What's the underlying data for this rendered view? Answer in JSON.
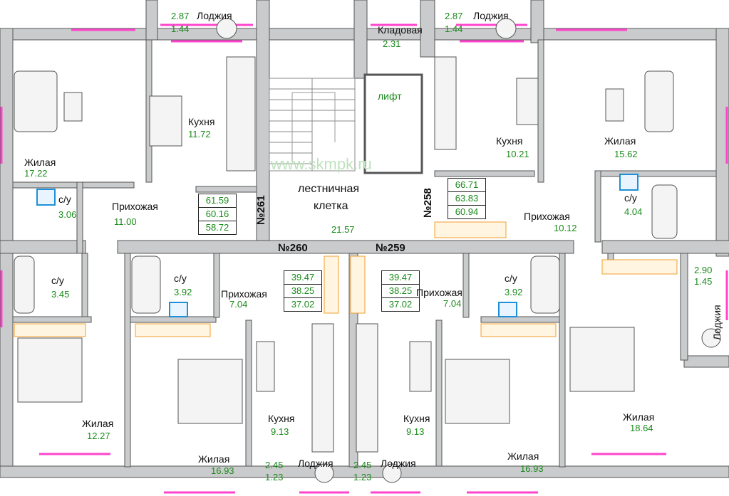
{
  "watermark": "www.skmpk.ru",
  "core": {
    "stair_line1": "лестничная",
    "stair_line2": "клетка",
    "stair_area": "21.57",
    "lift": "лифт",
    "storage_label": "Кладовая",
    "storage_area": "2.31"
  },
  "apartments": {
    "n261": "№261",
    "n258": "№258",
    "n260": "№260",
    "n259": "№259"
  },
  "area_boxes": {
    "a261": [
      "61.59",
      "60.16",
      "58.72"
    ],
    "a258": [
      "66.71",
      "63.83",
      "60.94"
    ],
    "a260": [
      "39.47",
      "38.25",
      "37.02"
    ],
    "a259": [
      "39.47",
      "38.25",
      "37.02"
    ]
  },
  "rooms": {
    "loggia_tl": {
      "label": "Лоджия",
      "a1": "2.87",
      "a2": "1.44"
    },
    "loggia_tr": {
      "label": "Лоджия",
      "a1": "2.87",
      "a2": "1.44"
    },
    "loggia_r": {
      "label": "Лоджия",
      "a1": "2.90",
      "a2": "1.45"
    },
    "loggia_bl": {
      "label": "Лоджия",
      "a1": "2.45",
      "a2": "1.23"
    },
    "loggia_br": {
      "label": "Лоджия",
      "a1": "2.45",
      "a2": "1.23"
    },
    "living_tl": {
      "label": "Жилая",
      "area": "17.22"
    },
    "kitchen_tl": {
      "label": "Кухня",
      "area": "11.72"
    },
    "bath_tl": {
      "label": "с/у",
      "area": "3.06"
    },
    "hall_tl": {
      "label": "Прихожая",
      "area": "11.00"
    },
    "kitchen_tr": {
      "label": "Кухня",
      "area": "10.21"
    },
    "living_tr": {
      "label": "Жилая",
      "area": "15.62"
    },
    "bath_tr": {
      "label": "с/у",
      "area": "4.04"
    },
    "hall_tr": {
      "label": "Прихожая",
      "area": "10.12"
    },
    "bath_ml": {
      "label": "с/у",
      "area": "3.45"
    },
    "bath_c1": {
      "label": "с/у",
      "area": "3.92"
    },
    "hall_c1": {
      "label": "Прихожая",
      "area": "7.04"
    },
    "hall_c2": {
      "label": "Прихожая",
      "area": "7.04"
    },
    "bath_c2": {
      "label": "с/у",
      "area": "3.92"
    },
    "living_bl": {
      "label": "Жилая",
      "area": "12.27"
    },
    "living_bc1": {
      "label": "Жилая",
      "area": "16.93"
    },
    "kitchen_bc1": {
      "label": "Кухня",
      "area": "9.13"
    },
    "kitchen_bc2": {
      "label": "Кухня",
      "area": "9.13"
    },
    "living_bc2": {
      "label": "Жилая",
      "area": "16.93"
    },
    "living_br": {
      "label": "Жилая",
      "area": "18.64"
    }
  },
  "colors": {
    "wall": "#c9cbcc",
    "floor": "#ffffff",
    "window": "#ff44cc",
    "area_text": "#1a8a1a",
    "accent": "#1e8fd8"
  }
}
